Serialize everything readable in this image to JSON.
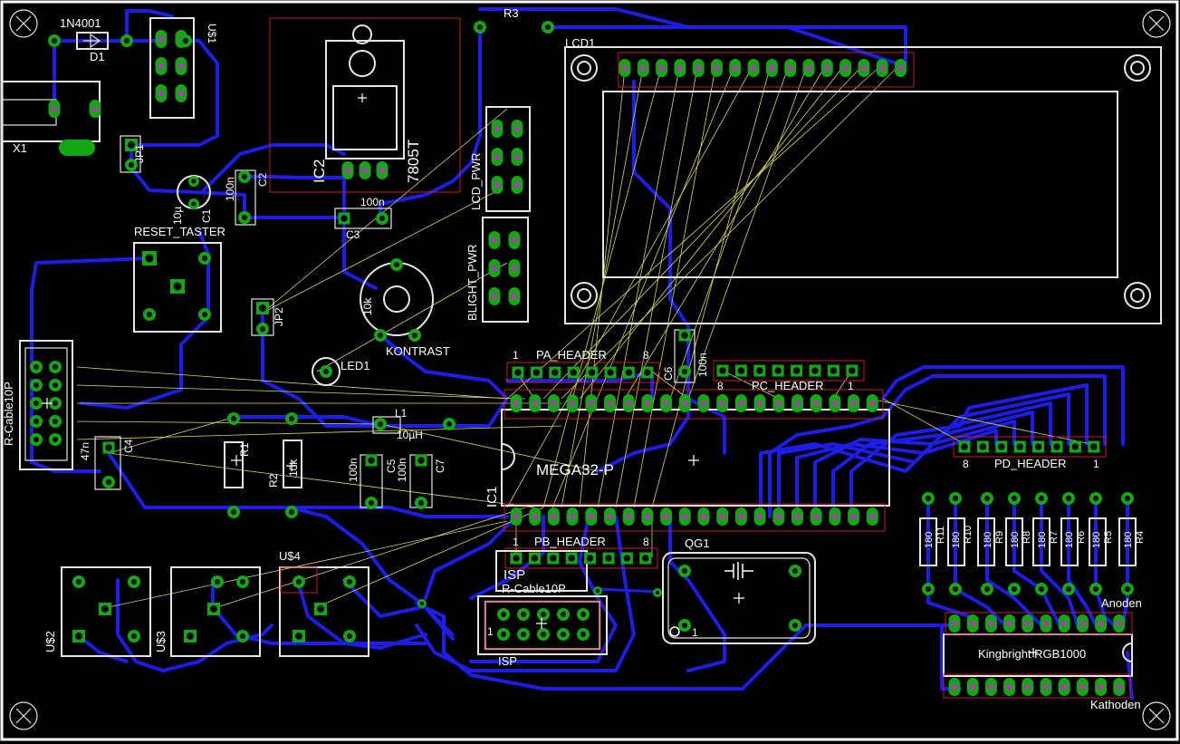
{
  "board": {
    "title": "PCB board layout (EAGLE)",
    "colors": {
      "background": "#000000",
      "outline": "#ffffff",
      "top_traces": "#1d1de6",
      "pads": "#14a614",
      "drills": "#b23ab2",
      "airwires": "#d9d95a",
      "keepout": "#c41e1e"
    }
  },
  "labels": {
    "d1_part": "1N4001",
    "d1_name": "D1",
    "u1": "U$1",
    "r3": "R3",
    "lcd1": "LCD1",
    "ic2": "IC2",
    "ic2_value": "7805T",
    "x1": "X1",
    "jp1": "JP1",
    "c2_value": "100n",
    "c2": "C2",
    "c1_value": "10µ",
    "c1": "C1",
    "c3_value": "100n",
    "c3": "C3",
    "reset": "RESET_TASTER",
    "lcd_pwr": "LCD_PWR",
    "blight_pwr": "BLIGHT_PWR",
    "jp2": "JP2",
    "pot_value": "10k",
    "kontrast": "KONTRAST",
    "led1": "LED1",
    "rcable_left": "R-Cable10P",
    "l1": "L1",
    "l1_value": "10µH",
    "c4_value": "47n",
    "c4": "C4",
    "r1": "R1",
    "r2": "R2",
    "r2_value": "10k",
    "c5_value": "100n",
    "c5": "C5",
    "c7_value": "100n",
    "c7": "C7",
    "pa_header": "PA_HEADER",
    "pa_pin1": "1",
    "pa_pin8": "8",
    "c6": "C6",
    "c6_value": "100n",
    "pc_header": "PC_HEADER",
    "pc_pin8": "8",
    "pc_pin1": "1",
    "mega": "MEGA32-P",
    "ic1": "IC1",
    "pd_header": "PD_HEADER",
    "pd_pin8": "8",
    "pd_pin1": "1",
    "pb_header": "PB_HEADER",
    "pb_pin1": "1",
    "pb_pin8": "8",
    "isp": "ISP",
    "rcable_isp": "R-Cable10P",
    "isp_pin1": "1",
    "isp_bottom": "ISP",
    "qg1": "QG1",
    "qg1_pin1": "1",
    "u4": "U$4",
    "u2": "U$2",
    "u3": "U$3",
    "r_values": [
      "180",
      "180",
      "180",
      "180",
      "180",
      "180",
      "180",
      "180"
    ],
    "r_names": [
      "R11",
      "R10",
      "R9",
      "R8",
      "R7",
      "R6",
      "R5",
      "R4"
    ],
    "anoden": "Anoden",
    "rgb": "Kingbright RGB1000",
    "kathoden": "Kathoden"
  }
}
